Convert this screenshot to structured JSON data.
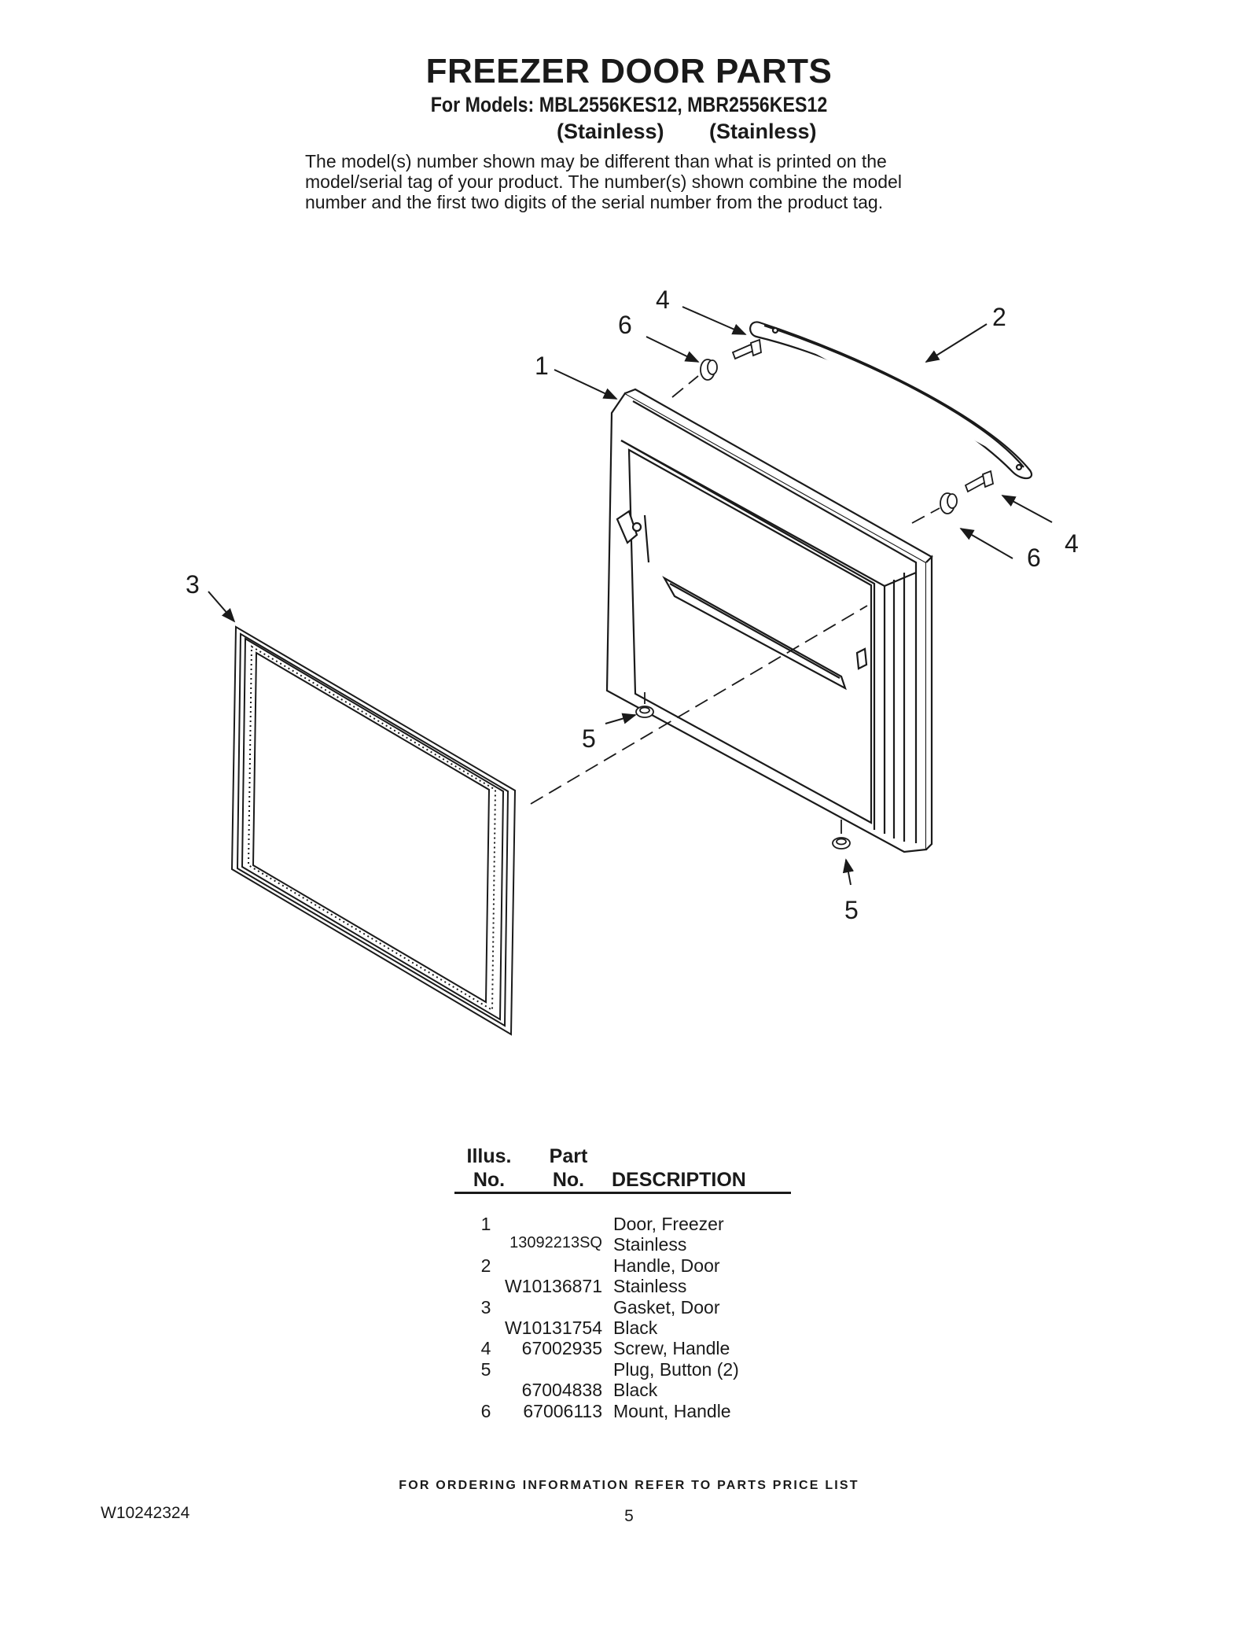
{
  "header": {
    "title": "FREEZER DOOR PARTS",
    "models": "For Models: MBL2556KES12, MBR2556KES12",
    "variant_1": "(Stainless)",
    "variant_2": "(Stainless)",
    "note": "The model(s) number shown may be different than what is printed on the model/serial tag of your product. The number(s) shown combine the model number and the first two digits of the serial number from the product tag."
  },
  "diagram": {
    "callouts": [
      "1",
      "2",
      "3",
      "4",
      "4",
      "5",
      "5",
      "6",
      "6"
    ]
  },
  "table": {
    "head_illus_1": "Illus.",
    "head_illus_2": "No.",
    "head_part_1": "Part",
    "head_part_2": "No.",
    "head_desc": "DESCRIPTION",
    "rows": [
      {
        "no": "1",
        "part": "",
        "desc": "Door, Freezer"
      },
      {
        "no": "",
        "part": "13092213SQ",
        "desc": "Stainless"
      },
      {
        "no": "2",
        "part": "",
        "desc": "Handle, Door"
      },
      {
        "no": "",
        "part": "W10136871",
        "desc": "Stainless"
      },
      {
        "no": "3",
        "part": "",
        "desc": "Gasket, Door"
      },
      {
        "no": "",
        "part": "W10131754",
        "desc": "Black"
      },
      {
        "no": "4",
        "part": "67002935",
        "desc": "Screw, Handle"
      },
      {
        "no": "5",
        "part": "",
        "desc": "Plug, Button (2)"
      },
      {
        "no": "",
        "part": "67004838",
        "desc": "Black"
      },
      {
        "no": "6",
        "part": "67006113",
        "desc": "Mount, Handle"
      }
    ]
  },
  "footer": {
    "ordering": "FOR ORDERING INFORMATION REFER TO PARTS PRICE LIST",
    "doc_number": "W10242324",
    "page": "5"
  }
}
